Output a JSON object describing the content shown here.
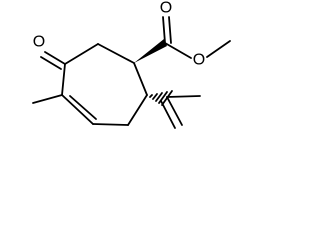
{
  "molecule": {
    "atoms": {
      "ketone_oxygen": "O",
      "carbonyl_oxygen": "O",
      "ester_oxygen": "O"
    },
    "colors": {
      "bond": "#000000",
      "label": "#000000",
      "background": "#ffffff"
    }
  }
}
